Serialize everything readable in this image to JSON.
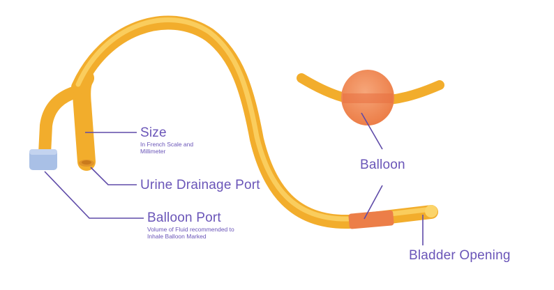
{
  "labels": {
    "size": {
      "title": "Size",
      "desc": "In French Scale and Millimeter"
    },
    "urine_port": {
      "title": "Urine Drainage Port"
    },
    "balloon_port": {
      "title": "Balloon Port",
      "desc": "Volume of Fluid recommended to Inhale Balloon Marked"
    },
    "balloon": {
      "title": "Balloon"
    },
    "bladder_opening": {
      "title": "Bladder Opening"
    }
  },
  "colors": {
    "tube": "#f5b83c",
    "tube_highlight": "#fbd46a",
    "balloon": "#f08a55",
    "balloon_band": "#e87040",
    "port_cap": "#a9c0e6",
    "leader_line": "#5e4aa8",
    "label_text": "#6a55b8"
  }
}
